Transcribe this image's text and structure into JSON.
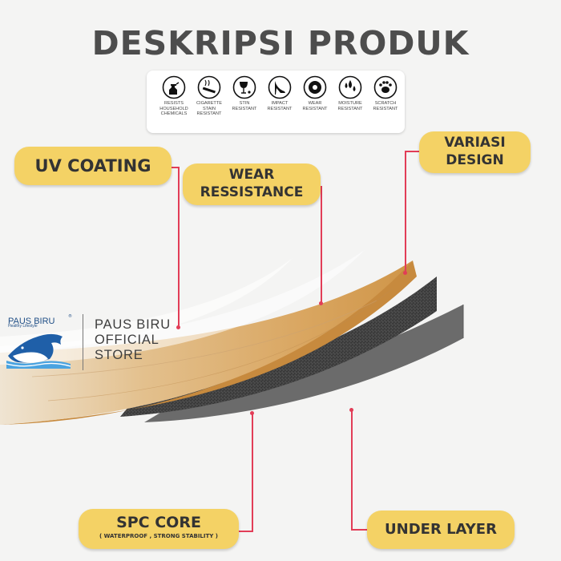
{
  "title": "DESKRIPSI PRODUK",
  "icons": [
    {
      "icon": "spray-bottle-icon",
      "label": "RESISTS\nHOUSEHOLD\nCHEMICALS"
    },
    {
      "icon": "cigarette-icon",
      "label": "CIGARETTE\nSTAIN\nRESISTANT"
    },
    {
      "icon": "wine-glass-icon",
      "label": "STIN\nRESISTANT"
    },
    {
      "icon": "high-heel-icon",
      "label": "IMPACT\nRESISTANT"
    },
    {
      "icon": "wear-wheel-icon",
      "label": "WEAR\nRESISTANT"
    },
    {
      "icon": "water-drops-icon",
      "label": "MOISTURE\nRESISTANT"
    },
    {
      "icon": "scratch-paw-icon",
      "label": "SCRATCH\nRESISTANT"
    }
  ],
  "callouts": {
    "uv_coating": "UV COATING",
    "wear_resistance_line1": "WEAR",
    "wear_resistance_line2": "RESSISTANCE",
    "variasi_line1": "VARIASI",
    "variasi_line2": "DESIGN",
    "spc_core": "SPC CORE",
    "spc_core_sub": "( WATERPROOF , STRONG STABILITY )",
    "under_layer": "UNDER LAYER"
  },
  "brand": {
    "name": "PAUS BIRU",
    "tagline": "Healthy Lifestyle",
    "registered": "®",
    "store_line1": "PAUS BIRU",
    "store_line2": "OFFICIAL",
    "store_line3": "STORE"
  },
  "colors": {
    "pill": "#f4d265",
    "leader": "#e23d57",
    "title": "#4d4d4d",
    "wood": "#d9a55f",
    "spc": "#3a3a3a",
    "under": "#6b6b6b",
    "brand_blue": "#1f5fa8"
  }
}
